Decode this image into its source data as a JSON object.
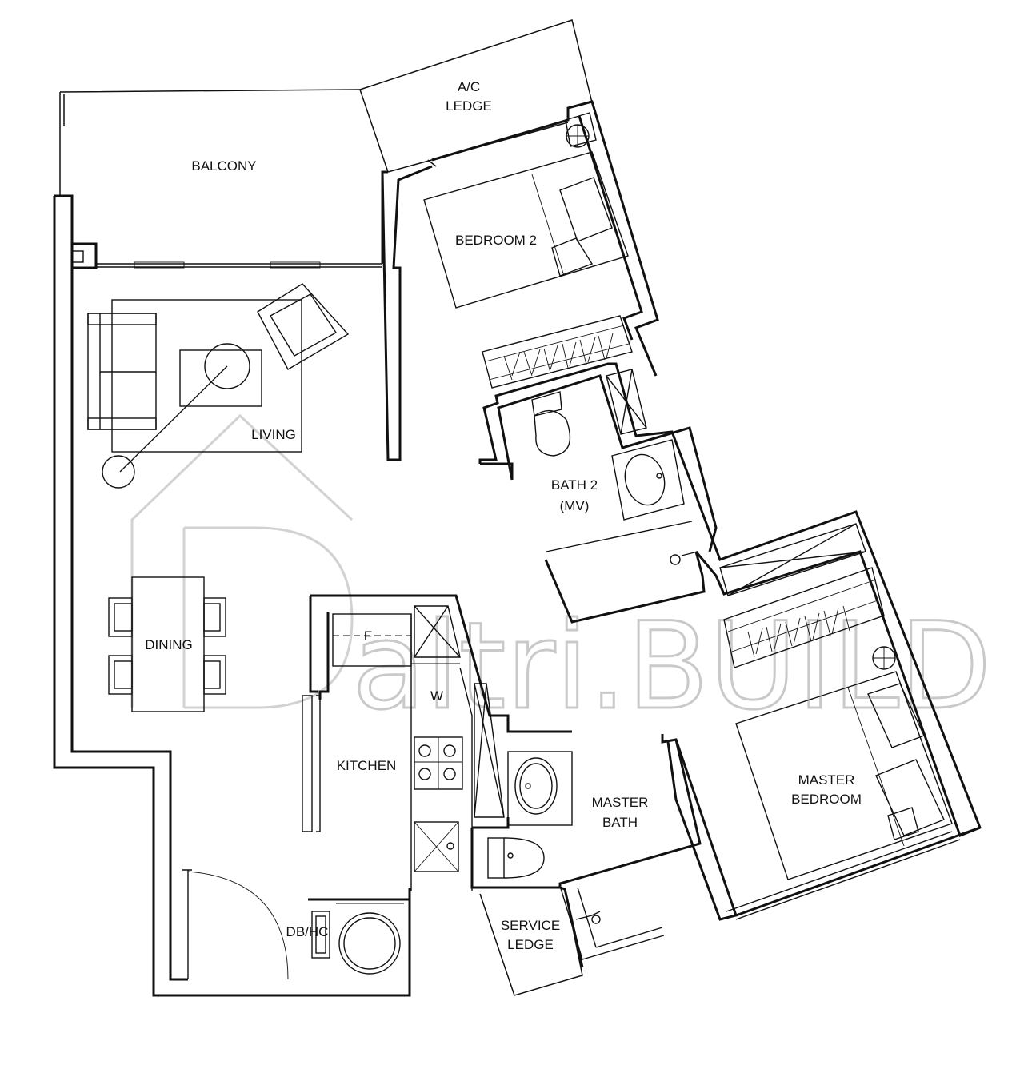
{
  "rooms": {
    "balcony": "BALCONY",
    "ac_ledge_1": "A/C",
    "ac_ledge_2": "LEDGE",
    "bedroom2": "BEDROOM  2",
    "living": "LIVING",
    "bath2_1": "BATH  2",
    "bath2_2": "(MV)",
    "dining": "DINING",
    "fridge": "F",
    "washer": "W",
    "kitchen": "KITCHEN",
    "master_bath_1": "MASTER",
    "master_bath_2": "BATH",
    "master_bedroom_1": "MASTER",
    "master_bedroom_2": "BEDROOM",
    "db_hc": "DB/HC",
    "service_ledge_1": "SERVICE",
    "service_ledge_2": "LEDGE"
  },
  "watermark": "altri.BUILD"
}
